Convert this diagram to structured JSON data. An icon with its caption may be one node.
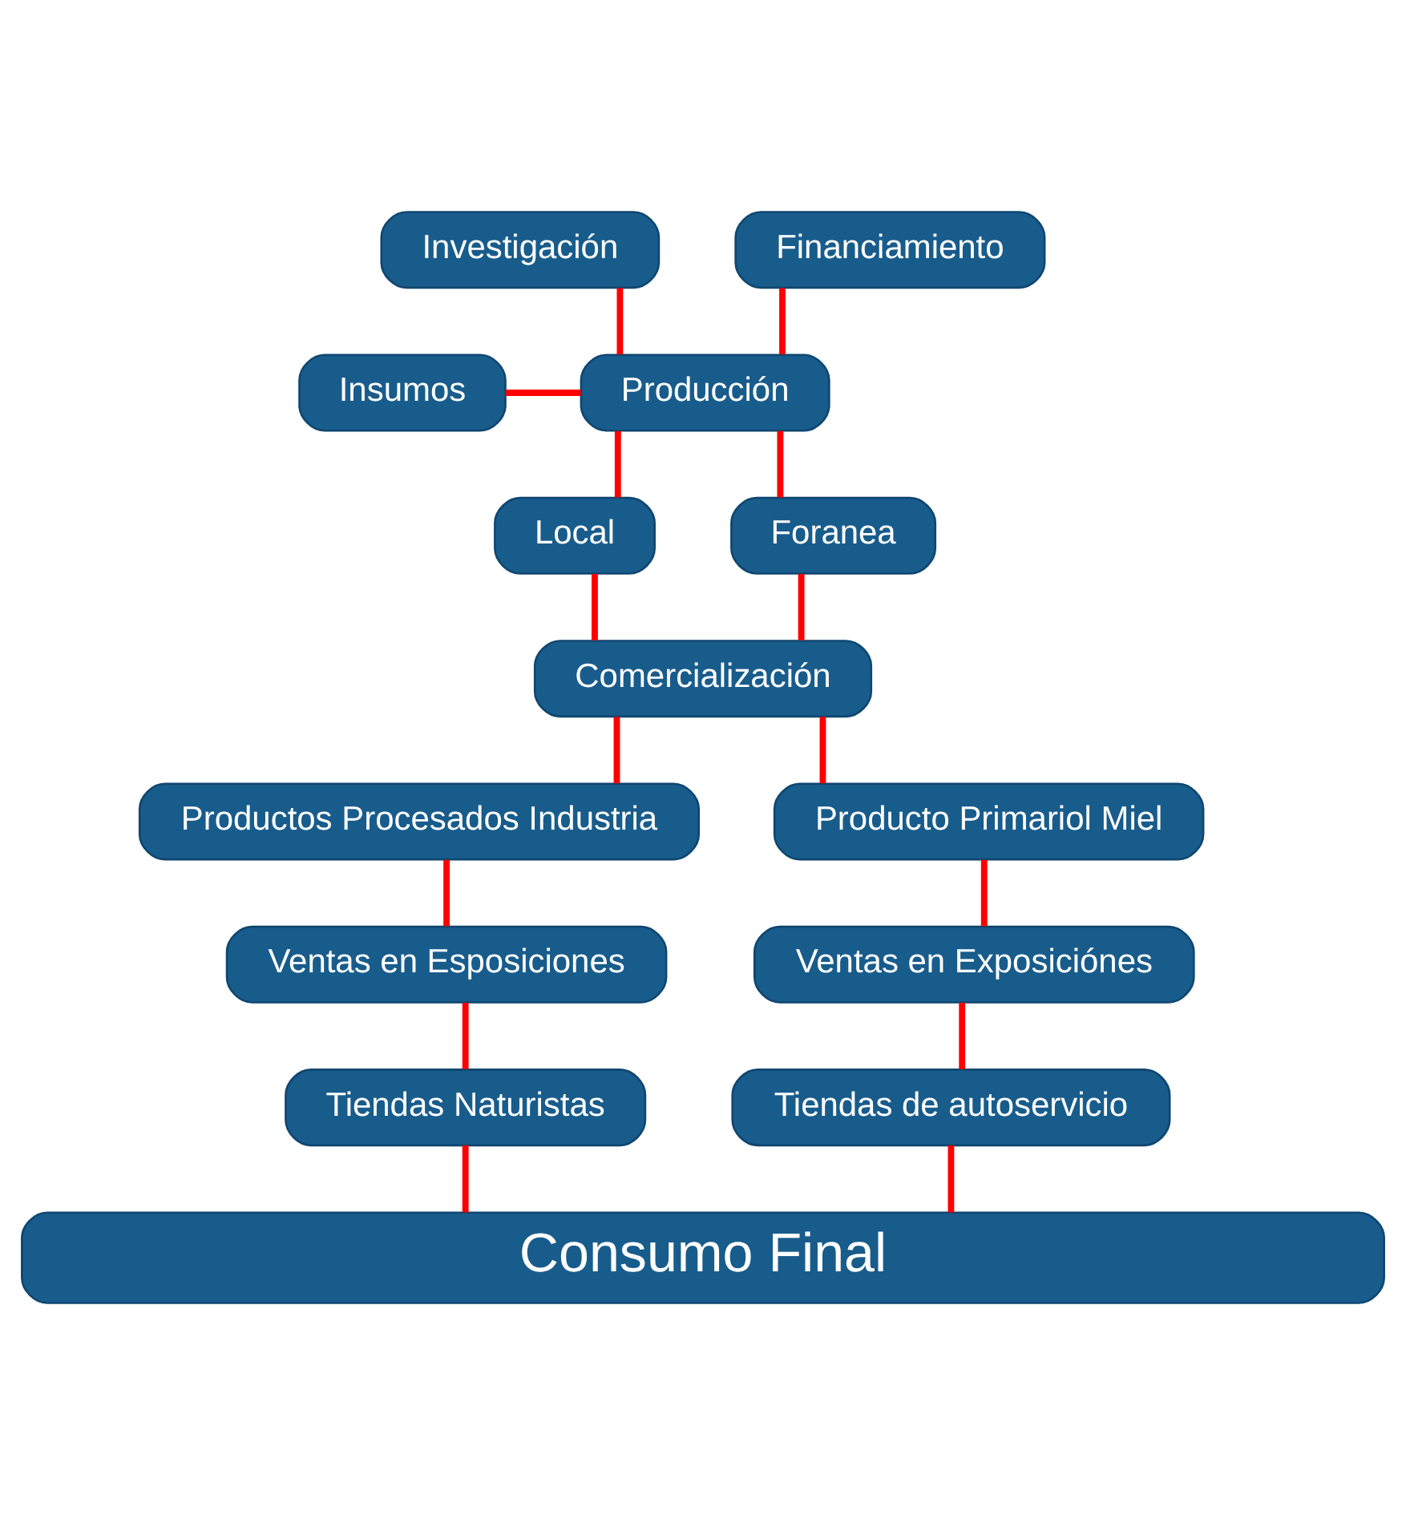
{
  "diagram": {
    "nodes": [
      {
        "text": [
          "Investigación"
        ]
      },
      {
        "text": [
          "Financiamiento"
        ]
      },
      {
        "text": [
          "Insumos"
        ]
      },
      {
        "text": [
          "Producción"
        ]
      },
      {
        "text": [
          "Local"
        ]
      },
      {
        "text": [
          "Foranea"
        ]
      },
      {
        "text": [
          "Comercialización"
        ]
      },
      {
        "text": [
          "Productos Procesados Industria"
        ]
      },
      {
        "text": [
          "Producto Primariol Miel"
        ]
      },
      {
        "text": [
          "Ventas en Esposiciones"
        ]
      },
      {
        "text": [
          "Ventas en Exposiciónes"
        ]
      },
      {
        "text": [
          "Tiendas Naturistas"
        ]
      },
      {
        "text": [
          "Tiendas de autoservicio"
        ]
      },
      {
        "text": [
          "Consumo Final"
        ]
      }
    ],
    "edges": [
      {
        "from": 0,
        "to": 3,
        "arrow": "none"
      },
      {
        "from": 1,
        "to": 3,
        "arrow": "none"
      },
      {
        "from": 2,
        "to": 3,
        "arrow": "none"
      },
      {
        "from": 3,
        "to": 4,
        "arrow": "none"
      },
      {
        "from": 3,
        "to": 5,
        "arrow": "none"
      },
      {
        "from": 4,
        "to": 6,
        "arrow": "none"
      },
      {
        "from": 5,
        "to": 6,
        "arrow": "none"
      },
      {
        "from": 6,
        "to": 7,
        "arrow": "none"
      },
      {
        "from": 6,
        "to": 8,
        "arrow": "none"
      },
      {
        "from": 7,
        "to": 9,
        "arrow": "none"
      },
      {
        "from": 9,
        "to": 11,
        "arrow": "none"
      },
      {
        "from": 8,
        "to": 10,
        "arrow": "none"
      },
      {
        "from": 10,
        "to": 12,
        "arrow": "none"
      },
      {
        "from": 11,
        "to": 13,
        "arrow": "none"
      },
      {
        "from": 12,
        "to": 13,
        "arrow": "none"
      }
    ]
  }
}
